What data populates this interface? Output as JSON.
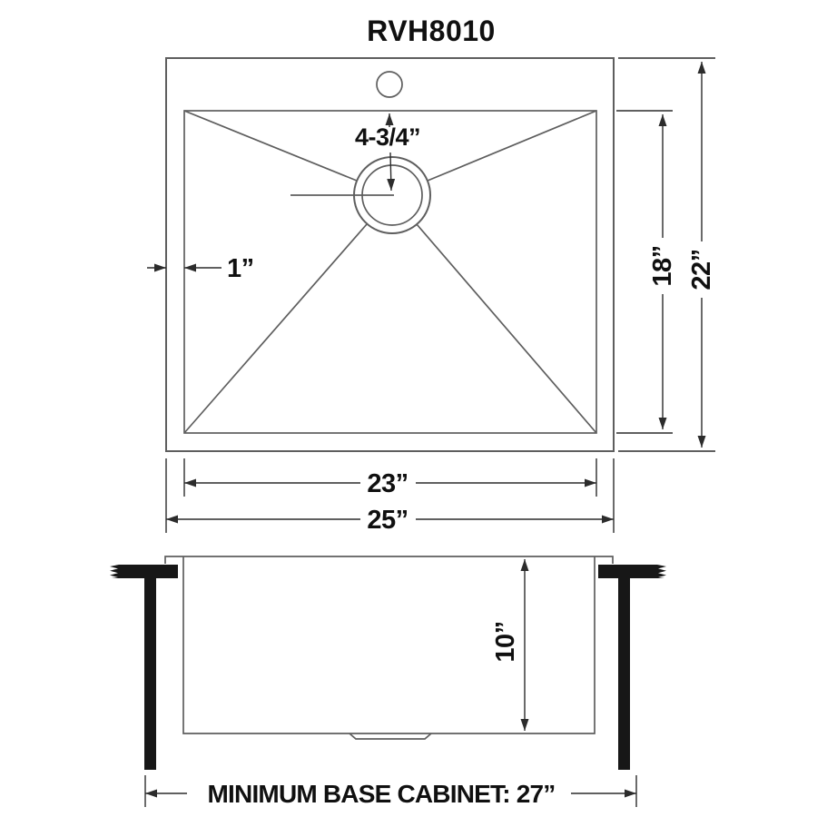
{
  "title": "RVH8010",
  "colors": {
    "background": "#ffffff",
    "drawing_line": "#5e5e5e",
    "dimension_line": "#2c2c2c",
    "text": "#101010",
    "clamp_fill": "#171717"
  },
  "top_view": {
    "labels": {
      "drain_offset": "4-3/4”",
      "rim_width": "1”",
      "bowl_front_to_back": "18”",
      "overall_front_to_back": "22”",
      "bowl_left_to_right": "23”",
      "overall_left_to_right": "25”"
    }
  },
  "side_view": {
    "labels": {
      "bowl_depth": "10”",
      "min_base_cabinet": "MINIMUM BASE CABINET: 27”"
    }
  }
}
